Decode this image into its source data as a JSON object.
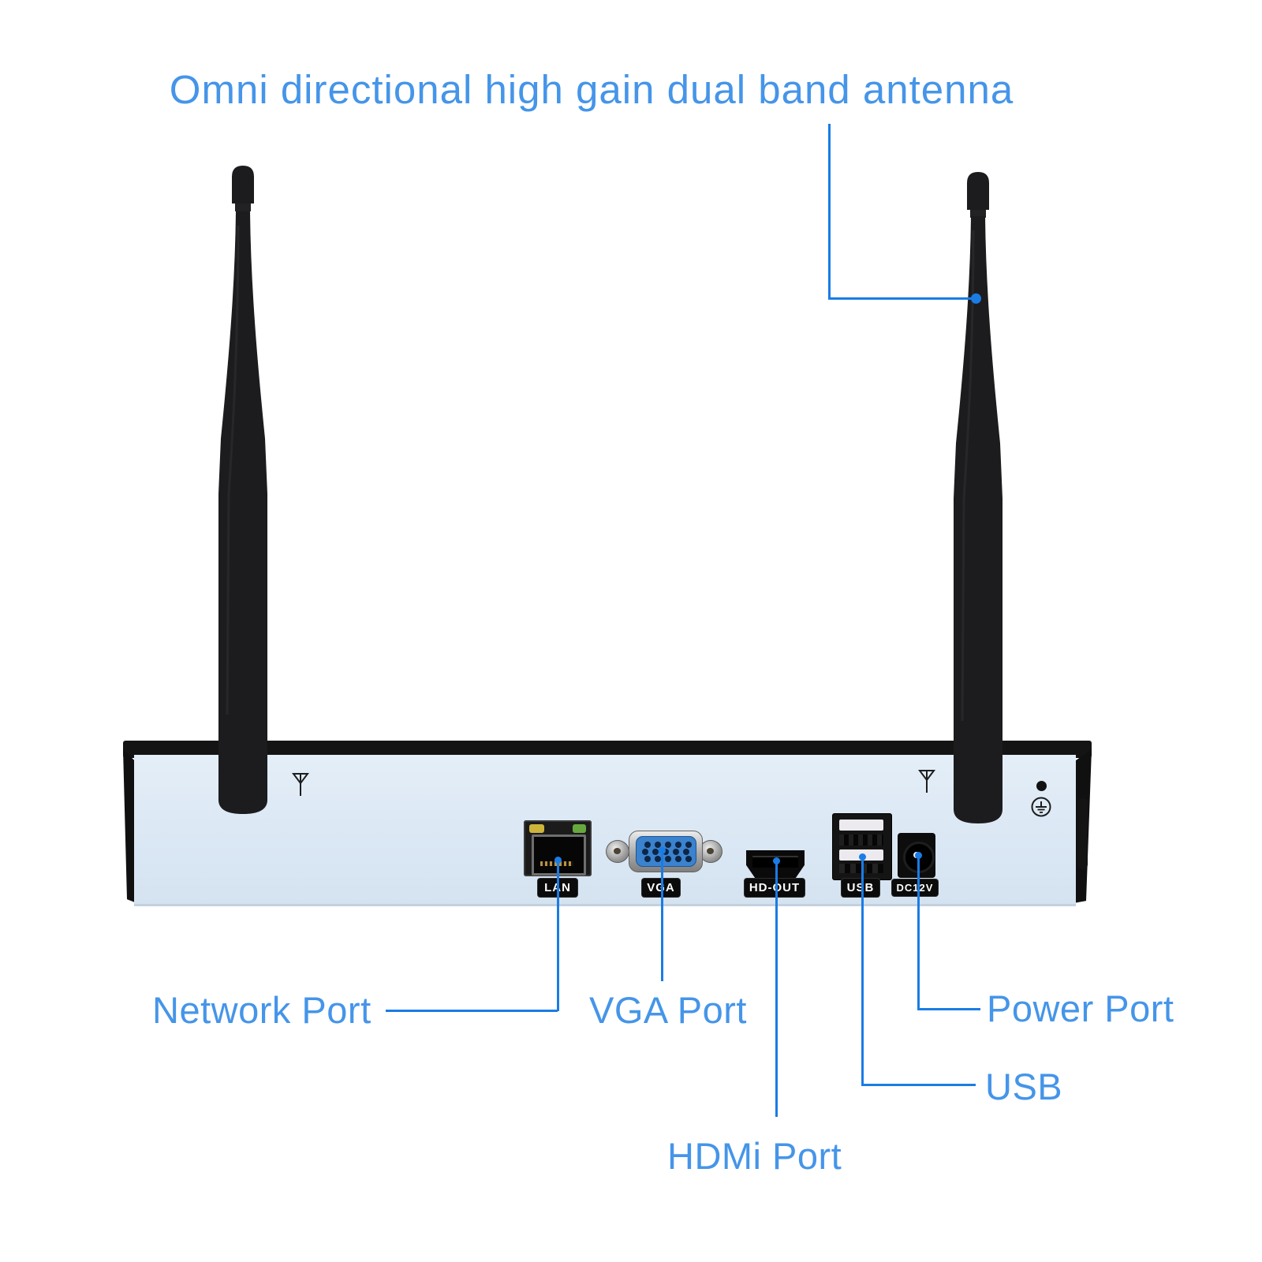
{
  "title": "Omni directional high gain dual band antenna",
  "callout_labels": {
    "network": "Network Port",
    "vga": "VGA Port",
    "hdmi": "HDMi Port",
    "usb": "USB",
    "power": "Power Port"
  },
  "port_plate_labels": {
    "lan": "LAN",
    "vga": "VGA",
    "hdmi": "HD-OUT",
    "usb": "USB",
    "power": "DC12V"
  },
  "panel_icons": {
    "antenna_symbol_left": "antenna-symbol-icon",
    "antenna_symbol_right": "antenna-symbol-icon",
    "ground": "protective-earth-icon"
  },
  "colors": {
    "callout_text": "#4595e9",
    "callout_line": "#1a7ce5",
    "panel_face": "#dce9f5",
    "device_frame": "#141414",
    "antenna_black": "#1c1c1e",
    "vga_connector": "#3b82cf",
    "lan_led_left": "#cdb53b",
    "lan_led_right": "#67a83e",
    "plate_bg": "#0b0b0b",
    "plate_text": "#ffffff"
  }
}
